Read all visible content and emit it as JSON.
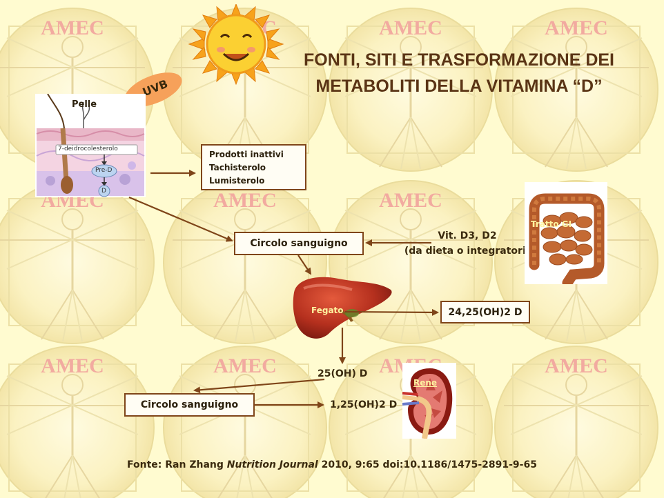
{
  "background": {
    "watermark": "AMEC",
    "color": "#fffbd0",
    "watermark_color": "#f2aaa0"
  },
  "title": {
    "line1": "FONTI, SITI E TRASFORMAZIONE DEI",
    "line2": "METABOLITI DELLA VITAMINA “D”",
    "color": "#5a3415"
  },
  "icons": {
    "sun": "smiling-sun-icon",
    "uvb": "uvb-lightning-icon",
    "skin": "skin-cross-section-illustration",
    "intestine": "intestine-illustration",
    "liver": "liver-illustration",
    "kidney": "kidney-illustration"
  },
  "uvb_label": "UVB",
  "skin": {
    "title": "Pelle",
    "precursor": "7-deidrocolesterolo",
    "pre_d": "Pre-D",
    "d": "D"
  },
  "inactive_box": {
    "line1": "Prodotti inattivi",
    "line2": "Tachisterolo",
    "line3": "Lumisterolo"
  },
  "circulation_top": "Circolo sanguigno",
  "diet": {
    "line1": "Vit. D3, D2",
    "line2": "(da dieta o integratori)"
  },
  "gi_label": "Tratto GI",
  "liver_label": "Fegato",
  "metabolite_24_25": "24,25(OH)2 D",
  "metabolite_25": "25(OH) D",
  "circulation_bottom": "Circolo sanguigno",
  "metabolite_1_25": "1,25(OH)2 D",
  "kidney_label": "Rene",
  "source": {
    "prefix": "Fonte: Ran Zhang ",
    "journal": "Nutrition Journal",
    "suffix": " 2010, 9:65 doi:10.1186/1475-2891-9-65"
  },
  "arrow_color": "#7f4519"
}
